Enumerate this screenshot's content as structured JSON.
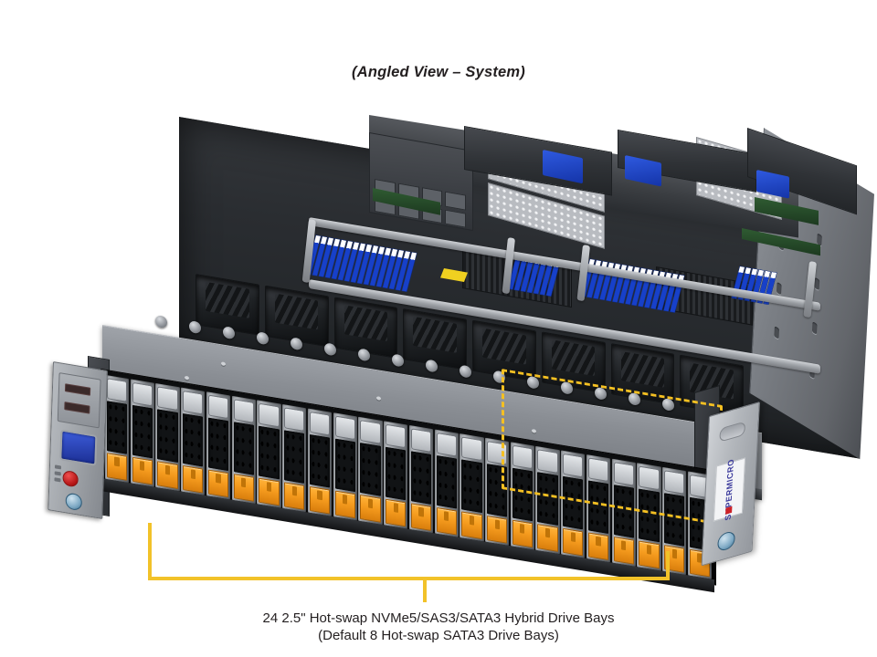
{
  "figure": {
    "title": "(Angled View – System)",
    "caption_line1": "24 2.5\" Hot-swap NVMe5/SAS3/SATA3  Hybrid Drive Bays",
    "caption_line2": "(Default 8 Hot-swap SATA3 Drive Bays)"
  },
  "colors": {
    "highlight_yellow": "#f5c022",
    "bracket_yellow": "#f2c229",
    "drive_latch_orange": "#f59b1e",
    "dimm_blue": "#1740c9",
    "vga_blue": "#2c4bc8",
    "power_button_red": "#b21414",
    "logo_blue": "#3b3a9c",
    "logo_red": "#cc2127",
    "chassis_gray": "#8a8e94",
    "bezel_black": "#0c0d0f"
  },
  "chassis": {
    "form_factor": "2U rack server",
    "view": "angled",
    "front_panel": {
      "drive_bay_count": 24,
      "highlighted_bay_start": 17,
      "highlighted_bay_count": 8,
      "bay_name": "hot-swap-drive-bay",
      "latch_name": "drive-release-latch"
    },
    "left_control_panel": {
      "name": "front-control-panel",
      "usb_ports": "usb-ports",
      "vga_port": "vga-port",
      "power_button": "power-button",
      "status_leds": "status-leds",
      "thumbscrew": "rack-ear-thumbscrew"
    },
    "right_ear": {
      "brand": "SUPERMICRO",
      "thumbscrew": "rack-ear-thumbscrew"
    },
    "interior": {
      "fan_count": 8,
      "dimm_bank_count": 4,
      "cpu_count": 2,
      "riser_count": 3,
      "psu_modules": 8
    }
  }
}
